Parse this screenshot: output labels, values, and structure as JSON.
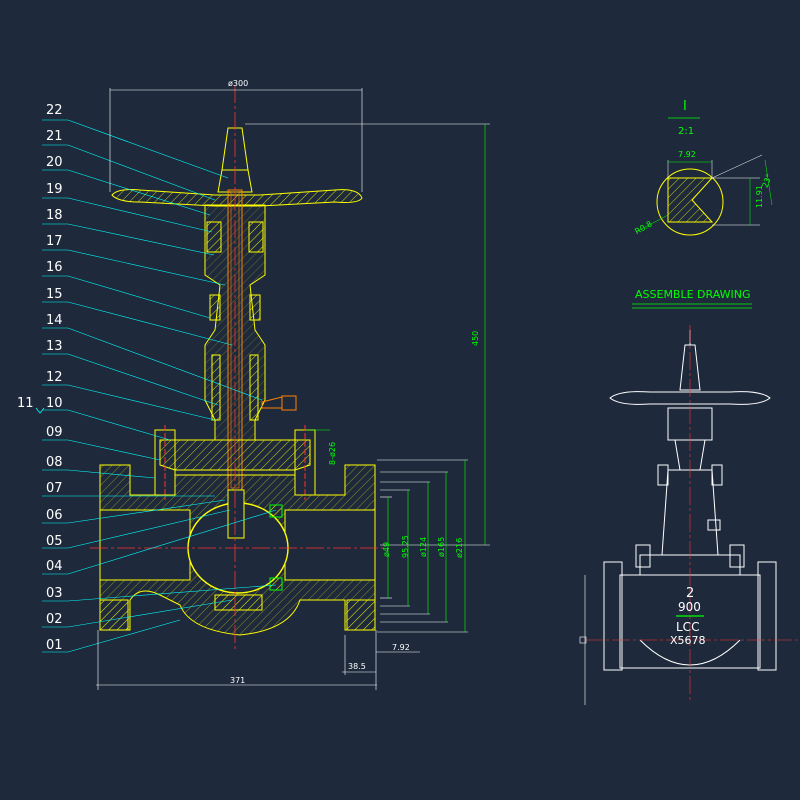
{
  "colors": {
    "background": "#1e2a3c",
    "outline": "#ffff00",
    "hatch": "#ffff00",
    "part_lines": "#00ffff",
    "centerline": "#ff3030",
    "white": "#ffffff",
    "green": "#00ff00",
    "orange": "#ff8000"
  },
  "part_numbers": [
    "22",
    "21",
    "20",
    "19",
    "18",
    "17",
    "16",
    "15",
    "14",
    "13",
    "12",
    "10",
    "09",
    "08",
    "07",
    "06",
    "05",
    "04",
    "03",
    "02",
    "01"
  ],
  "part_11": "11",
  "dimensions": {
    "handwheel_dia": "ø300",
    "height": "450",
    "bolts": "8-ø26",
    "d49": "ø49",
    "d95": "95.25",
    "d124": "ø124",
    "d165": "ø165",
    "d216": "ø216",
    "len371": "371",
    "d38": "38.5",
    "d7_92": "7.92"
  },
  "detail": {
    "label": "I",
    "scale": "2:1",
    "w": "7.92",
    "h": "11.91",
    "angle": "23°",
    "radius": "R0.8"
  },
  "assemble_title": "ASSEMBLE DRAWING",
  "body_marks": [
    "2",
    "900",
    "LCC",
    "X5678"
  ]
}
